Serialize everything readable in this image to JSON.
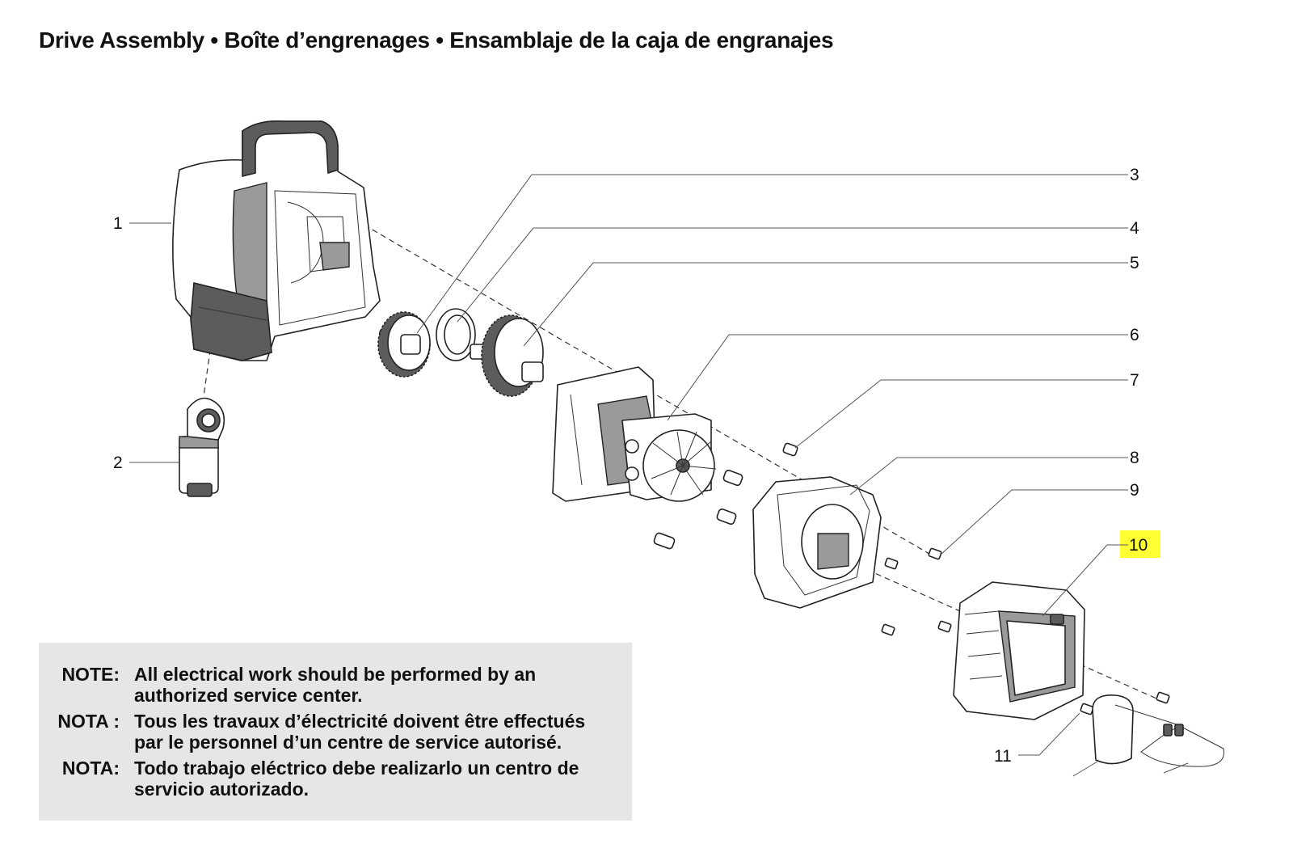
{
  "title": "Drive Assembly • Boîte d’engrenages • Ensamblaje de la caja de engranajes",
  "callouts": [
    {
      "num": "1"
    },
    {
      "num": "2"
    },
    {
      "num": "3"
    },
    {
      "num": "4"
    },
    {
      "num": "5"
    },
    {
      "num": "6"
    },
    {
      "num": "7"
    },
    {
      "num": "8"
    },
    {
      "num": "9"
    },
    {
      "num": "10",
      "highlight": "#ffff33"
    },
    {
      "num": "11"
    }
  ],
  "notes": [
    {
      "label": "NOTE:",
      "text": "All electrical work should be performed by an authorized service center."
    },
    {
      "label": "NOTA :",
      "text": "Tous les travaux d’électricité doivent être effectués par le personnel d’un centre de service autorisé."
    },
    {
      "label": "NOTA:",
      "text": "Todo trabajo eléctrico debe realizarlo un centro de servicio autorizado."
    }
  ],
  "colors": {
    "note_background": "#e6e6e6",
    "highlight": "#ffff33"
  }
}
